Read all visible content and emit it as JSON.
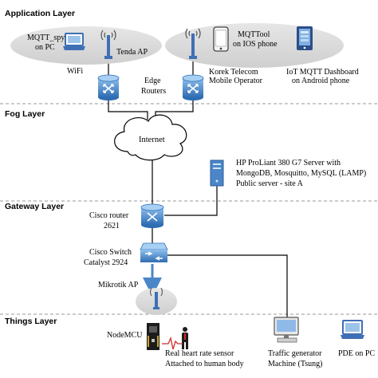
{
  "layers": {
    "application": "Application Layer",
    "fog": "Fog Layer",
    "gateway": "Gateway Layer",
    "things": "Things Layer"
  },
  "nodes": {
    "mqtt_spy": {
      "line1": "MQTT_spy",
      "line2": "on PC"
    },
    "tenda": "Tenda AP",
    "wifi": "WiFi",
    "mqtttool": {
      "line1": "MQTTool",
      "line2": "on IOS phone"
    },
    "korek": {
      "line1": "Korek Telecom",
      "line2": "Mobile Operator"
    },
    "iot_dashboard": {
      "line1": "IoT MQTT Dashboard",
      "line2": "on Android phone"
    },
    "edge": {
      "line1": "Edge",
      "line2": "Routers"
    },
    "internet": "Internet",
    "server": {
      "line1": "HP ProLiant 380 G7 Server with",
      "line2": "MongoDB, Mosquitto, MySQL (LAMP)",
      "line3": "Public server - site A"
    },
    "cisco_router": {
      "line1": "Cisco router",
      "line2": "2621"
    },
    "cisco_switch": {
      "line1": "Cisco Switch",
      "line2": "Catalyst 2924"
    },
    "mikrotik": "Mikrotik AP",
    "nodemcu": "NodeMCU",
    "heart_sensor": {
      "line1": "Real heart rate sensor",
      "line2": "Attached to human body"
    },
    "traffic_gen": {
      "line1": "Traffic generator",
      "line2": "Machine (Tsung)"
    },
    "pde": "PDE on PC"
  },
  "icons": [
    "laptop-icon",
    "access-point-icon",
    "smartphone-icon",
    "tablet-icon",
    "router-icon",
    "cloud-icon",
    "server-icon",
    "switch-icon",
    "microcontroller-icon",
    "person-icon",
    "heartbeat-icon",
    "workstation-icon"
  ],
  "colors": {
    "router_blue": "#4a86c8",
    "ellipse_fill": "#d6d6d6",
    "device_blue": "#3f6fb5",
    "heartbeat_red": "#d62a2a",
    "separator": "#9a9a9a"
  }
}
